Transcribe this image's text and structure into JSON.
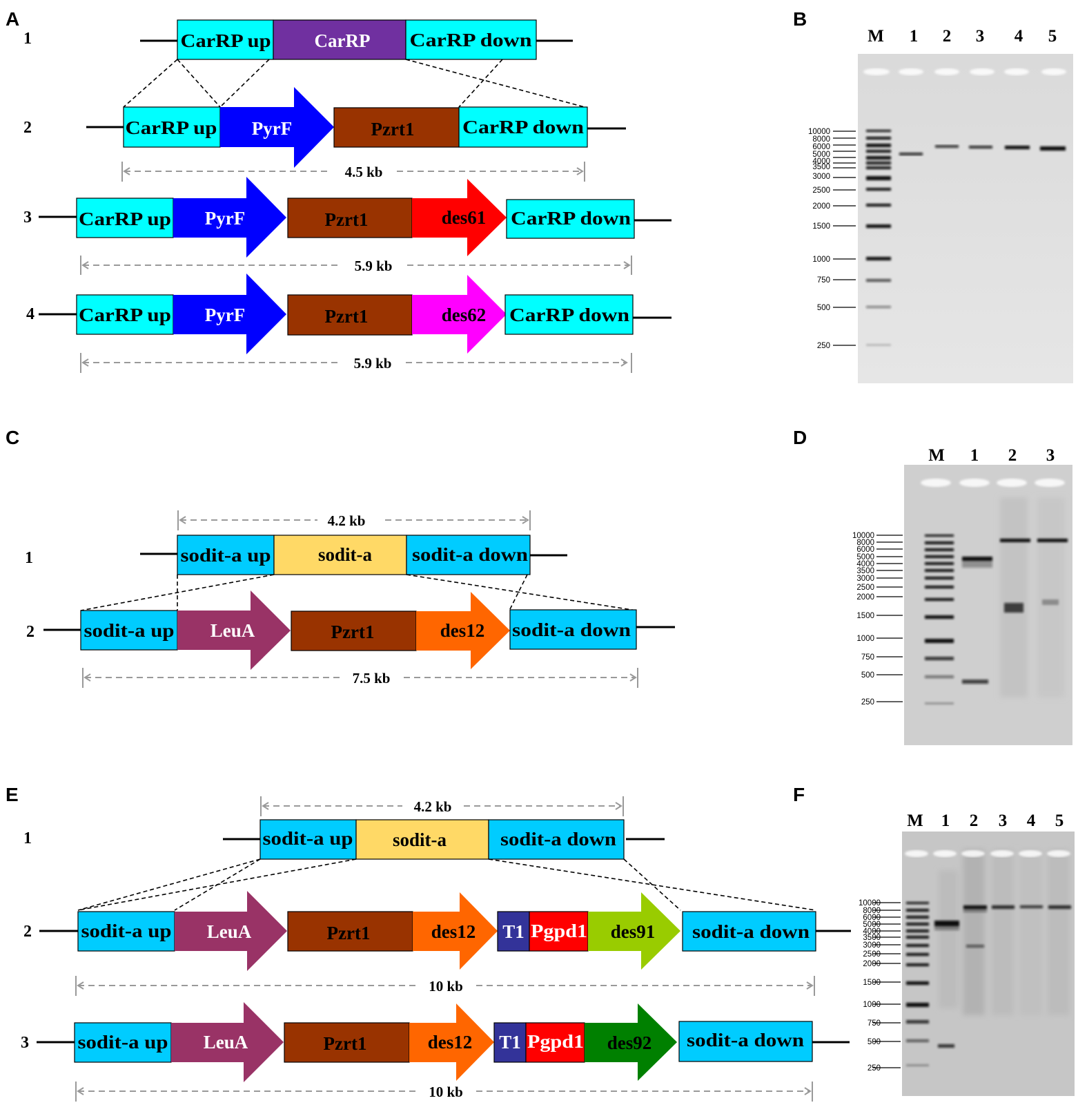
{
  "panels": {
    "A": {
      "label": "A",
      "constructs": [
        {
          "row": "1",
          "parts": [
            "CarRP up",
            "CarRP",
            "CarRP down"
          ],
          "size": ""
        },
        {
          "row": "2",
          "parts": [
            "CarRP up",
            "PyrF",
            "Pzrt1",
            "CarRP down"
          ],
          "size": "4.5 kb"
        },
        {
          "row": "3",
          "parts": [
            "CarRP up",
            "PyrF",
            "Pzrt1",
            "des61",
            "CarRP down"
          ],
          "size": "5.9 kb"
        },
        {
          "row": "4",
          "parts": [
            "CarRP up",
            "PyrF",
            "Pzrt1",
            "des62",
            "CarRP down"
          ],
          "size": "5.9 kb"
        }
      ]
    },
    "B": {
      "label": "B",
      "lanes": [
        "M",
        "1",
        "2",
        "3",
        "4",
        "5"
      ],
      "ladder": [
        "10000",
        "8000",
        "6000",
        "5000",
        "4000",
        "3500",
        "3000",
        "2500",
        "2000",
        "1500",
        "1000",
        "750",
        "500",
        "250"
      ]
    },
    "C": {
      "label": "C",
      "constructs": [
        {
          "row": "1",
          "parts": [
            "sodit-a up",
            "sodit-a",
            "sodit-a down"
          ],
          "size": "4.2 kb"
        },
        {
          "row": "2",
          "parts": [
            "sodit-a up",
            "LeuA",
            "Pzrt1",
            "des12",
            "sodit-a down"
          ],
          "size": "7.5 kb"
        }
      ]
    },
    "D": {
      "label": "D",
      "lanes": [
        "M",
        "1",
        "2",
        "3"
      ],
      "ladder": [
        "10000",
        "8000",
        "6000",
        "5000",
        "4000",
        "3500",
        "3000",
        "2500",
        "2000",
        "1500",
        "1000",
        "750",
        "500",
        "250"
      ]
    },
    "E": {
      "label": "E",
      "constructs": [
        {
          "row": "1",
          "parts": [
            "sodit-a up",
            "sodit-a",
            "sodit-a down"
          ],
          "size": "4.2 kb"
        },
        {
          "row": "2",
          "parts": [
            "sodit-a up",
            "LeuA",
            "Pzrt1",
            "des12",
            "T1",
            "Pgpd1",
            "des91",
            "sodit-a down"
          ],
          "size": "10 kb"
        },
        {
          "row": "3",
          "parts": [
            "sodit-a up",
            "LeuA",
            "Pzrt1",
            "des12",
            "T1",
            "Pgpd1",
            "des92",
            "sodit-a down"
          ],
          "size": "10 kb"
        }
      ]
    },
    "F": {
      "label": "F",
      "lanes": [
        "M",
        "1",
        "2",
        "3",
        "4",
        "5"
      ],
      "ladder": [
        "10000",
        "8000",
        "6000",
        "5000",
        "4000",
        "3500",
        "3000",
        "2500",
        "2000",
        "1500",
        "1000",
        "750",
        "500",
        "250"
      ]
    }
  },
  "colors": {
    "cyan": "#00ffff",
    "skyblue": "#00ccff",
    "purple": "#7030a0",
    "blue": "#0000ff",
    "brown": "#993300",
    "red": "#ff0000",
    "magenta": "#ff00ff",
    "yellow": "#ffd966",
    "plum": "#993366",
    "orange": "#ff6600",
    "navy": "#333399",
    "lime": "#99cc00",
    "green": "#008000"
  }
}
